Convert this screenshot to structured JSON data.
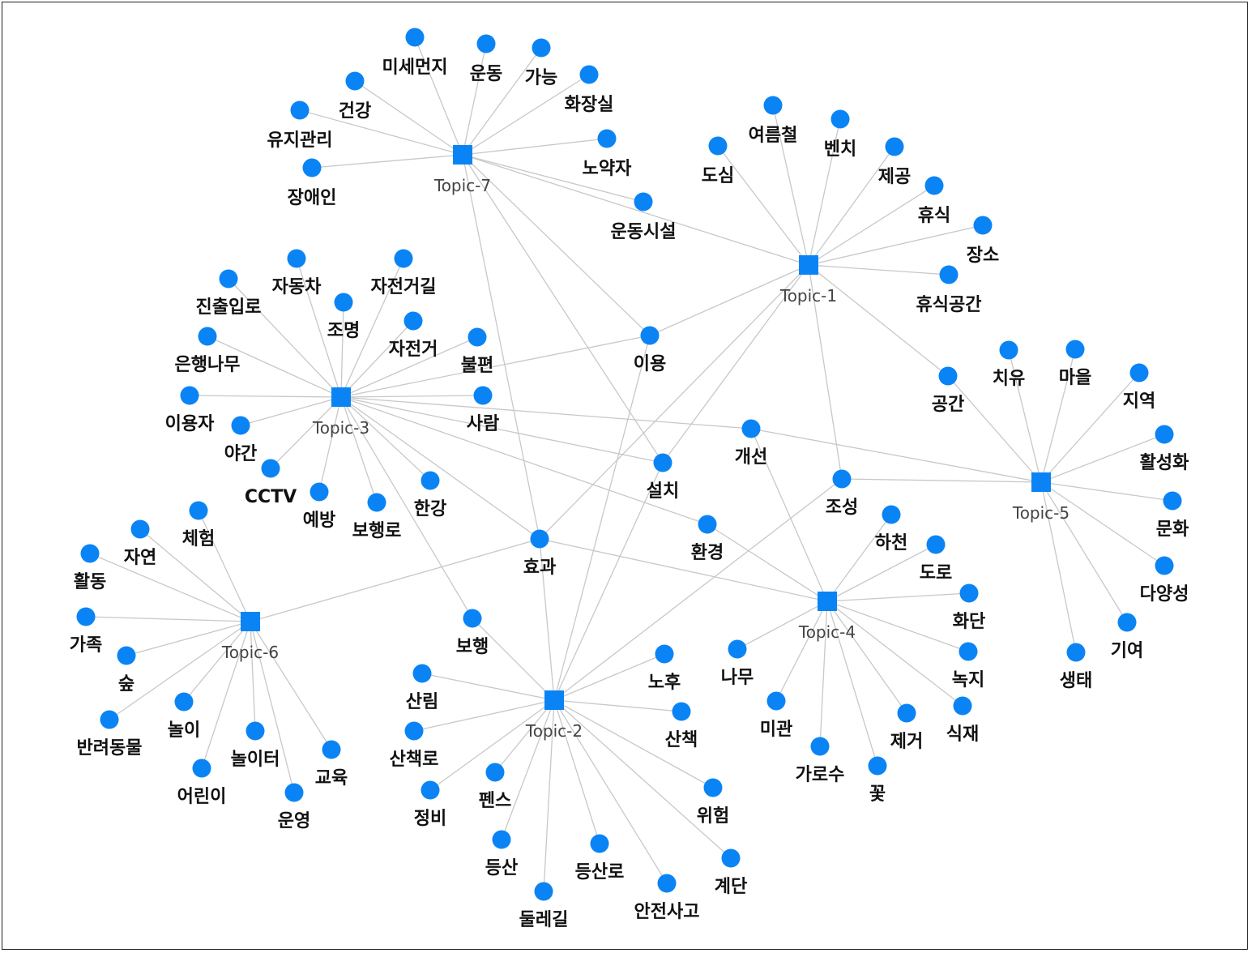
{
  "colors": {
    "node": "#0a84f5",
    "edge": "#c8c8c8",
    "topic_label": "#444444",
    "term_label": "#111111"
  },
  "topics": [
    {
      "id": "t7",
      "label": "Topic-7"
    },
    {
      "id": "t1",
      "label": "Topic-1"
    },
    {
      "id": "t3",
      "label": "Topic-3"
    },
    {
      "id": "t5",
      "label": "Topic-5"
    },
    {
      "id": "t4",
      "label": "Topic-4"
    },
    {
      "id": "t6",
      "label": "Topic-6"
    },
    {
      "id": "t2",
      "label": "Topic-2"
    }
  ],
  "terms": [
    {
      "id": "w_misemeonji",
      "label": "미세먼지"
    },
    {
      "id": "w_undong",
      "label": "운동"
    },
    {
      "id": "w_ganeung",
      "label": "가능"
    },
    {
      "id": "w_geongang",
      "label": "건강"
    },
    {
      "id": "w_hwajangsil",
      "label": "화장실"
    },
    {
      "id": "w_yujigwanri",
      "label": "유지관리"
    },
    {
      "id": "w_noyakja",
      "label": "노약자"
    },
    {
      "id": "w_jangaein",
      "label": "장애인"
    },
    {
      "id": "w_undongsiseol",
      "label": "운동시설"
    },
    {
      "id": "w_yeoreumcheol",
      "label": "여름철"
    },
    {
      "id": "w_benchi",
      "label": "벤치"
    },
    {
      "id": "w_dosim",
      "label": "도심"
    },
    {
      "id": "w_jegong",
      "label": "제공"
    },
    {
      "id": "w_hyusik",
      "label": "휴식"
    },
    {
      "id": "w_jangso",
      "label": "장소"
    },
    {
      "id": "w_hyusikgonggan",
      "label": "휴식공간"
    },
    {
      "id": "w_jadongcha",
      "label": "자동차"
    },
    {
      "id": "w_jajeongeogil",
      "label": "자전거길"
    },
    {
      "id": "w_jinchulipro",
      "label": "진출입로"
    },
    {
      "id": "w_jomyeong",
      "label": "조명"
    },
    {
      "id": "w_eunhaengnamu",
      "label": "은행나무"
    },
    {
      "id": "w_jajeongeo",
      "label": "자전거"
    },
    {
      "id": "w_bulpyeon",
      "label": "불편"
    },
    {
      "id": "w_iyong",
      "label": "이용"
    },
    {
      "id": "w_iyongja",
      "label": "이용자"
    },
    {
      "id": "w_saram",
      "label": "사람"
    },
    {
      "id": "w_yagan",
      "label": "야간"
    },
    {
      "id": "w_cctv",
      "label": "CCTV"
    },
    {
      "id": "w_yebang",
      "label": "예방"
    },
    {
      "id": "w_bohaengro",
      "label": "보행로"
    },
    {
      "id": "w_hangang",
      "label": "한강"
    },
    {
      "id": "w_seolchi",
      "label": "설치"
    },
    {
      "id": "w_gaeseon",
      "label": "개선"
    },
    {
      "id": "w_gonggan",
      "label": "공간"
    },
    {
      "id": "w_chiyu",
      "label": "치유"
    },
    {
      "id": "w_maeul",
      "label": "마을"
    },
    {
      "id": "w_jiyeok",
      "label": "지역"
    },
    {
      "id": "w_hwalseonghwa",
      "label": "활성화"
    },
    {
      "id": "w_munhwa",
      "label": "문화"
    },
    {
      "id": "w_dayangseong",
      "label": "다양성"
    },
    {
      "id": "w_giyeo",
      "label": "기여"
    },
    {
      "id": "w_saengtae",
      "label": "생태"
    },
    {
      "id": "w_joseong",
      "label": "조성"
    },
    {
      "id": "w_hwangyeong",
      "label": "환경"
    },
    {
      "id": "w_hyogwa",
      "label": "효과"
    },
    {
      "id": "w_hacheon",
      "label": "하천"
    },
    {
      "id": "w_doro",
      "label": "도로"
    },
    {
      "id": "w_hwadan",
      "label": "화단"
    },
    {
      "id": "w_nokji",
      "label": "녹지"
    },
    {
      "id": "w_sikjae",
      "label": "식재"
    },
    {
      "id": "w_namu",
      "label": "나무"
    },
    {
      "id": "w_migwan",
      "label": "미관"
    },
    {
      "id": "w_garosu",
      "label": "가로수"
    },
    {
      "id": "w_jegeo",
      "label": "제거"
    },
    {
      "id": "w_kkot",
      "label": "꽃"
    },
    {
      "id": "w_cheheom",
      "label": "체험"
    },
    {
      "id": "w_jayeon",
      "label": "자연"
    },
    {
      "id": "w_hwaldong",
      "label": "활동"
    },
    {
      "id": "w_gajok",
      "label": "가족"
    },
    {
      "id": "w_sup",
      "label": "숲"
    },
    {
      "id": "w_nori",
      "label": "놀이"
    },
    {
      "id": "w_banryeodongmul",
      "label": "반려동물"
    },
    {
      "id": "w_noriteo",
      "label": "놀이터"
    },
    {
      "id": "w_gyoyuk",
      "label": "교육"
    },
    {
      "id": "w_eorini",
      "label": "어린이"
    },
    {
      "id": "w_unyeong",
      "label": "운영"
    },
    {
      "id": "w_bohaeng",
      "label": "보행"
    },
    {
      "id": "w_nohu",
      "label": "노후"
    },
    {
      "id": "w_sanrim",
      "label": "산림"
    },
    {
      "id": "w_sanchaek",
      "label": "산책"
    },
    {
      "id": "w_sanchaekro",
      "label": "산책로"
    },
    {
      "id": "w_penseu",
      "label": "펜스"
    },
    {
      "id": "w_jeongbi",
      "label": "정비"
    },
    {
      "id": "w_wiheom",
      "label": "위험"
    },
    {
      "id": "w_deungsan",
      "label": "등산"
    },
    {
      "id": "w_deungsanro",
      "label": "등산로"
    },
    {
      "id": "w_gyedan",
      "label": "계단"
    },
    {
      "id": "w_anjeonsago",
      "label": "안전사고"
    },
    {
      "id": "w_dulregil",
      "label": "둘레길"
    }
  ],
  "edges": [
    [
      "t7",
      "w_misemeonji"
    ],
    [
      "t7",
      "w_undong"
    ],
    [
      "t7",
      "w_ganeung"
    ],
    [
      "t7",
      "w_geongang"
    ],
    [
      "t7",
      "w_hwajangsil"
    ],
    [
      "t7",
      "w_yujigwanri"
    ],
    [
      "t7",
      "w_noyakja"
    ],
    [
      "t7",
      "w_jangaein"
    ],
    [
      "t7",
      "w_undongsiseol"
    ],
    [
      "t7",
      "w_iyong"
    ],
    [
      "t7",
      "w_seolchi"
    ],
    [
      "t7",
      "w_hyogwa"
    ],
    [
      "t7",
      "t1"
    ],
    [
      "t1",
      "w_yeoreumcheol"
    ],
    [
      "t1",
      "w_benchi"
    ],
    [
      "t1",
      "w_dosim"
    ],
    [
      "t1",
      "w_jegong"
    ],
    [
      "t1",
      "w_hyusik"
    ],
    [
      "t1",
      "w_jangso"
    ],
    [
      "t1",
      "w_hyusikgonggan"
    ],
    [
      "t1",
      "w_gonggan"
    ],
    [
      "t1",
      "w_iyong"
    ],
    [
      "t1",
      "w_joseong"
    ],
    [
      "t1",
      "w_seolchi"
    ],
    [
      "t1",
      "w_hyogwa"
    ],
    [
      "t3",
      "w_jadongcha"
    ],
    [
      "t3",
      "w_jajeongeogil"
    ],
    [
      "t3",
      "w_jinchulipro"
    ],
    [
      "t3",
      "w_jomyeong"
    ],
    [
      "t3",
      "w_eunhaengnamu"
    ],
    [
      "t3",
      "w_jajeongeo"
    ],
    [
      "t3",
      "w_bulpyeon"
    ],
    [
      "t3",
      "w_iyongja"
    ],
    [
      "t3",
      "w_saram"
    ],
    [
      "t3",
      "w_yagan"
    ],
    [
      "t3",
      "w_cctv"
    ],
    [
      "t3",
      "w_yebang"
    ],
    [
      "t3",
      "w_bohaengro"
    ],
    [
      "t3",
      "w_hangang"
    ],
    [
      "t3",
      "w_iyong"
    ],
    [
      "t3",
      "w_seolchi"
    ],
    [
      "t3",
      "w_gaeseon"
    ],
    [
      "t3",
      "w_hyogwa"
    ],
    [
      "t3",
      "w_bohaeng"
    ],
    [
      "t3",
      "w_hwangyeong"
    ],
    [
      "t5",
      "w_gonggan"
    ],
    [
      "t5",
      "w_chiyu"
    ],
    [
      "t5",
      "w_maeul"
    ],
    [
      "t5",
      "w_jiyeok"
    ],
    [
      "t5",
      "w_hwalseonghwa"
    ],
    [
      "t5",
      "w_munhwa"
    ],
    [
      "t5",
      "w_dayangseong"
    ],
    [
      "t5",
      "w_giyeo"
    ],
    [
      "t5",
      "w_saengtae"
    ],
    [
      "t5",
      "w_joseong"
    ],
    [
      "t5",
      "w_gaeseon"
    ],
    [
      "t4",
      "w_hacheon"
    ],
    [
      "t4",
      "w_doro"
    ],
    [
      "t4",
      "w_hwadan"
    ],
    [
      "t4",
      "w_nokji"
    ],
    [
      "t4",
      "w_sikjae"
    ],
    [
      "t4",
      "w_namu"
    ],
    [
      "t4",
      "w_migwan"
    ],
    [
      "t4",
      "w_garosu"
    ],
    [
      "t4",
      "w_jegeo"
    ],
    [
      "t4",
      "w_kkot"
    ],
    [
      "t4",
      "w_gaeseon"
    ],
    [
      "t4",
      "w_hwangyeong"
    ],
    [
      "t4",
      "w_hyogwa"
    ],
    [
      "t6",
      "w_cheheom"
    ],
    [
      "t6",
      "w_jayeon"
    ],
    [
      "t6",
      "w_hwaldong"
    ],
    [
      "t6",
      "w_gajok"
    ],
    [
      "t6",
      "w_sup"
    ],
    [
      "t6",
      "w_nori"
    ],
    [
      "t6",
      "w_banryeodongmul"
    ],
    [
      "t6",
      "w_noriteo"
    ],
    [
      "t6",
      "w_gyoyuk"
    ],
    [
      "t6",
      "w_eorini"
    ],
    [
      "t6",
      "w_unyeong"
    ],
    [
      "t6",
      "w_hyogwa"
    ],
    [
      "t2",
      "w_nohu"
    ],
    [
      "t2",
      "w_sanrim"
    ],
    [
      "t2",
      "w_sanchaek"
    ],
    [
      "t2",
      "w_sanchaekro"
    ],
    [
      "t2",
      "w_penseu"
    ],
    [
      "t2",
      "w_jeongbi"
    ],
    [
      "t2",
      "w_wiheom"
    ],
    [
      "t2",
      "w_deungsan"
    ],
    [
      "t2",
      "w_deungsanro"
    ],
    [
      "t2",
      "w_gyedan"
    ],
    [
      "t2",
      "w_anjeonsago"
    ],
    [
      "t2",
      "w_dulregil"
    ],
    [
      "t2",
      "w_bohaeng"
    ],
    [
      "t2",
      "w_iyong"
    ],
    [
      "t2",
      "w_seolchi"
    ],
    [
      "t2",
      "w_joseong"
    ],
    [
      "t2",
      "w_hyogwa"
    ]
  ]
}
